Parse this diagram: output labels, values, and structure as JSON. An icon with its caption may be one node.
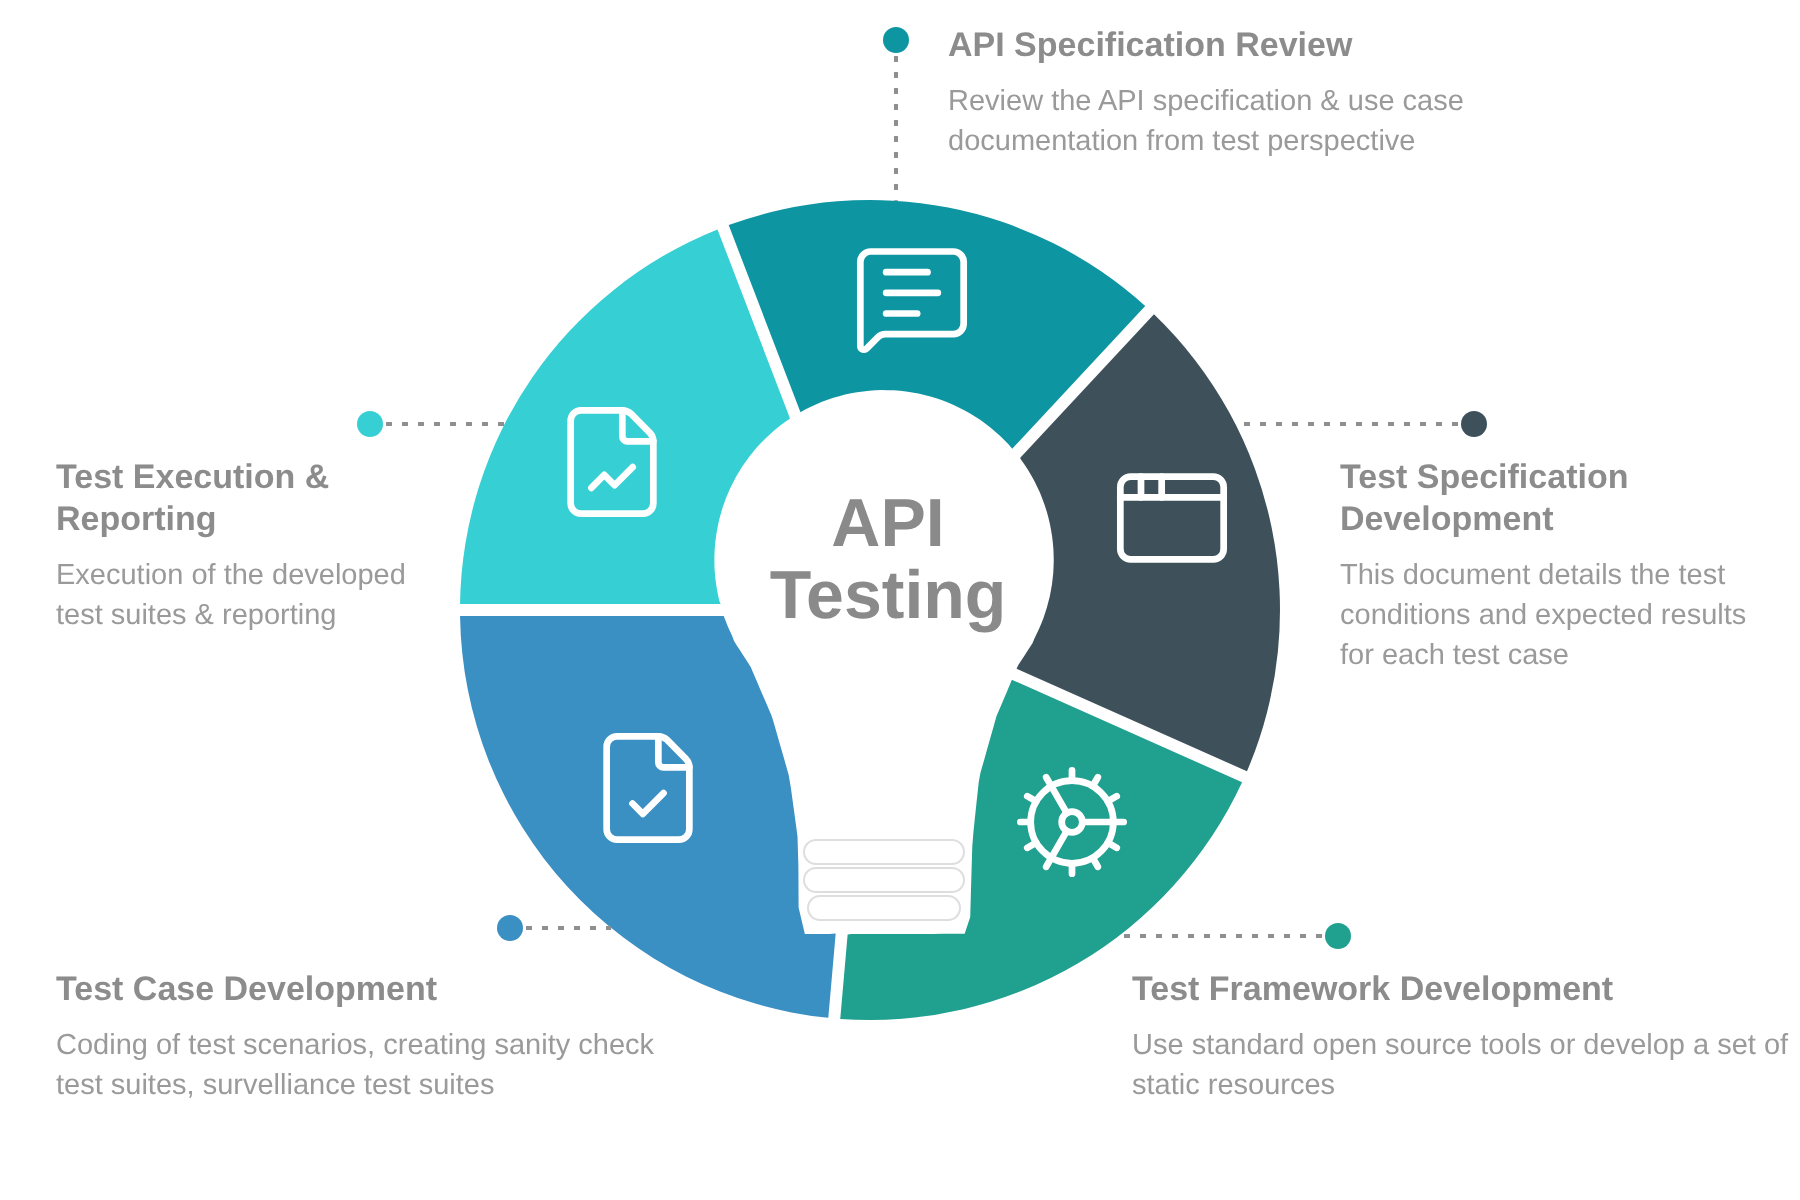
{
  "diagram": {
    "nodes": [
      {
        "text": [
          "API Testing"
        ]
      },
      {
        "text": [],
        "shape": "sector"
      },
      {
        "text": [],
        "shape": "sector"
      },
      {
        "text": [],
        "shape": "sector"
      },
      {
        "text": [],
        "shape": "sector"
      },
      {
        "text": [],
        "shape": "sector"
      },
      {
        "text": [
          "API Specification Review",
          "Review the API specification & use case documentation from test perspective"
        ]
      },
      {
        "text": [
          "Test Execution & Reporting",
          "Execution of the developed test suites & reporting"
        ]
      },
      {
        "text": [
          "Test Specification Development",
          "This document details the test conditions and expected results for each test case"
        ]
      },
      {
        "text": [
          "Test Case Development",
          "Coding of test scenarios, creating sanity check test suites, survelliance test suites"
        ]
      },
      {
        "text": [
          "Test Framework Development",
          "Use standard open source tools or develop a set of static resources"
        ]
      }
    ],
    "edges": [
      {
        "from": 6,
        "to": 1,
        "arrow": "other",
        "style": "dashed"
      },
      {
        "from": 7,
        "to": 5,
        "arrow": "other",
        "style": "dashed"
      },
      {
        "from": 8,
        "to": 2,
        "arrow": "other",
        "style": "dashed"
      },
      {
        "from": 9,
        "to": 4,
        "arrow": "other",
        "style": "dashed"
      },
      {
        "from": 10,
        "to": 3,
        "arrow": "other",
        "style": "dashed"
      }
    ]
  }
}
